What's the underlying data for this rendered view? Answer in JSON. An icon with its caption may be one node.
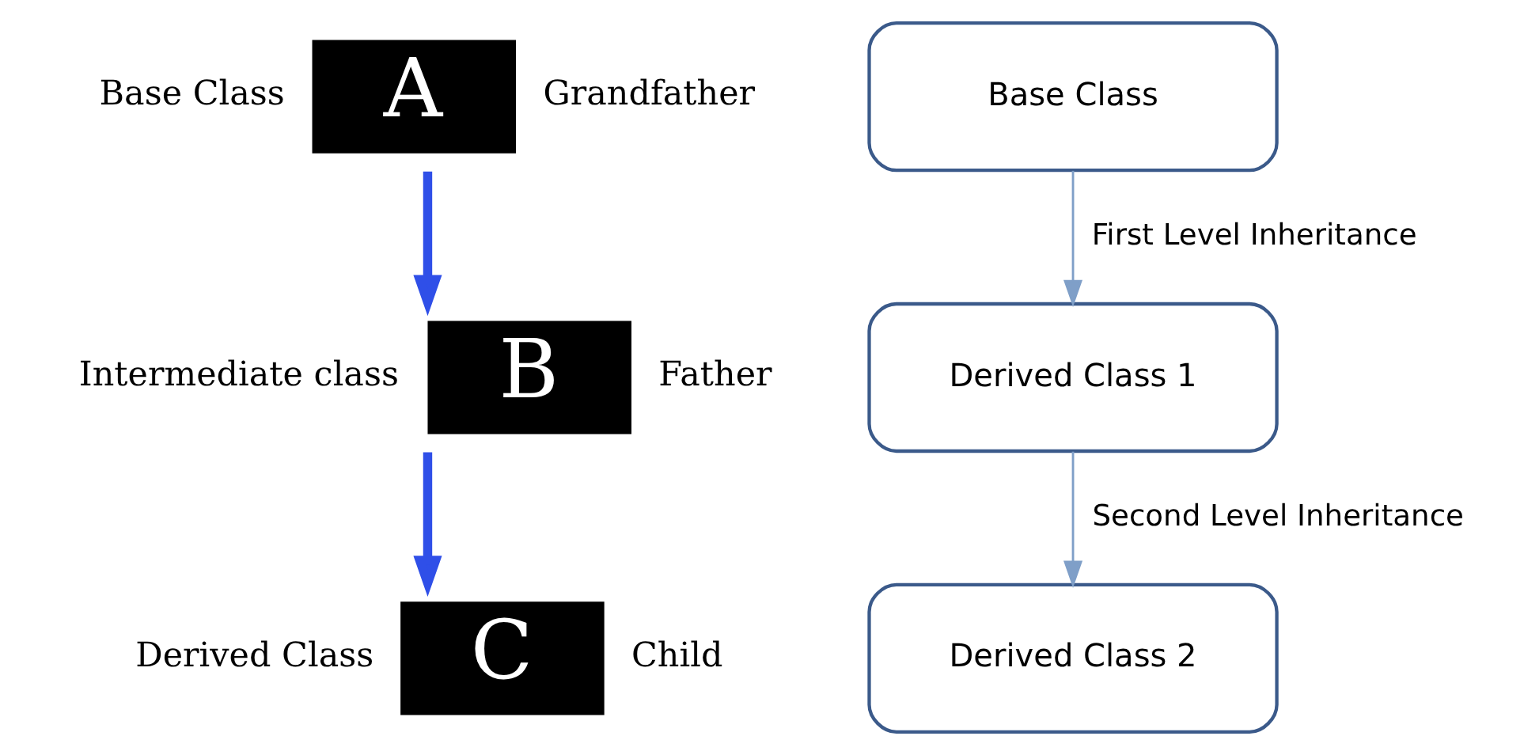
{
  "diagram": {
    "nodes": [
      {
        "text": [
          "A"
        ],
        "beside": [
          "Base Class",
          "Grandfather"
        ]
      },
      {
        "text": [
          "B"
        ],
        "beside": [
          "Intermediate class",
          "Father"
        ]
      },
      {
        "text": [
          "C"
        ],
        "beside": [
          "Derived Class",
          "Child"
        ]
      },
      {
        "text": [
          "Base Class"
        ]
      },
      {
        "text": [
          "Derived Class 1"
        ]
      },
      {
        "text": [
          "Derived Class 2"
        ]
      }
    ],
    "edges": [
      {
        "from": 0,
        "to": 1,
        "arrow": "to",
        "style": "thick",
        "color": "#2f4fe8"
      },
      {
        "from": 1,
        "to": 2,
        "arrow": "to",
        "style": "thick",
        "color": "#2f4fe8"
      },
      {
        "from": 3,
        "to": 4,
        "arrow": "to",
        "label": "First Level Inheritance"
      },
      {
        "from": 4,
        "to": 5,
        "arrow": "to",
        "label": "Second Level Inheritance"
      }
    ]
  }
}
